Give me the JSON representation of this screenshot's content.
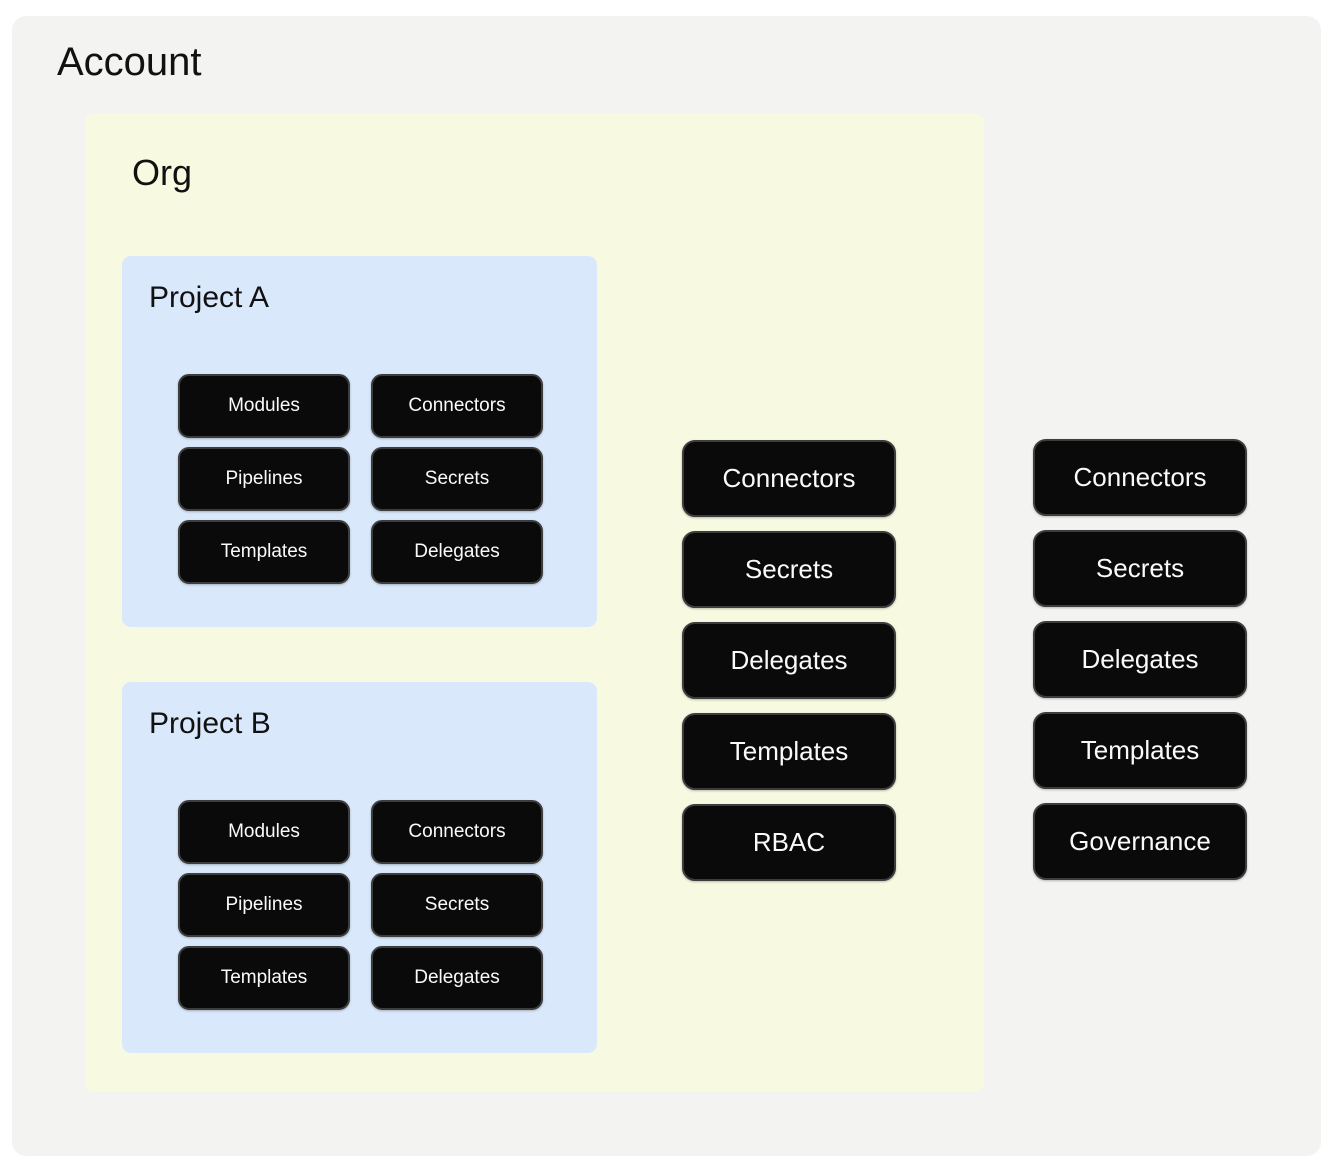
{
  "diagram": {
    "account": {
      "title": "Account",
      "nodes": [
        "Connectors",
        "Secrets",
        "Delegates",
        "Templates",
        "Governance"
      ]
    },
    "org": {
      "title": "Org",
      "nodes": [
        "Connectors",
        "Secrets",
        "Delegates",
        "Templates",
        "RBAC"
      ]
    },
    "projects": [
      {
        "title": "Project A",
        "nodes": [
          "Modules",
          "Connectors",
          "Pipelines",
          "Secrets",
          "Templates",
          "Delegates"
        ]
      },
      {
        "title": "Project B",
        "nodes": [
          "Modules",
          "Connectors",
          "Pipelines",
          "Secrets",
          "Templates",
          "Delegates"
        ]
      }
    ],
    "colors": {
      "page_bg": "#ffffff",
      "account_bg": "#f3f4f2",
      "org_bg": "#f7fae1",
      "project_bg": "#d9e9fb",
      "node_bg": "#0a0a0a",
      "node_border": "#3d3d3d",
      "node_text": "#fafafa",
      "title_text": "#111111"
    }
  }
}
